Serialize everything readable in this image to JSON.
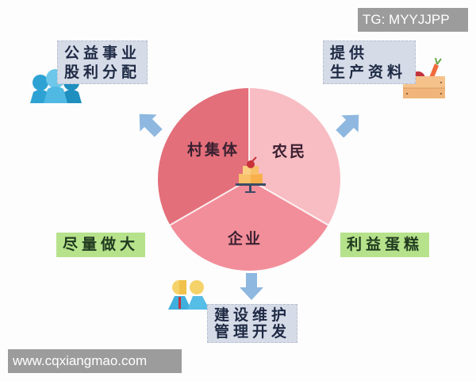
{
  "diagram": {
    "center_icon": "cake-icon",
    "pie": {
      "slices": [
        {
          "label": "村集体",
          "color": "#e26f79"
        },
        {
          "label": "农民",
          "color": "#f8bcc3"
        },
        {
          "label": "企业",
          "color": "#f28e99"
        }
      ]
    },
    "boxes": {
      "top_left": {
        "line1": "公益事业",
        "line2": "股利分配",
        "icon": "people-group-icon"
      },
      "top_right": {
        "line1": "提供",
        "line2": "生产资料",
        "icon": "vegetable-crate-icon"
      },
      "bottom": {
        "line1": "建设维护",
        "line2": "管理开发",
        "icon": "business-people-icon"
      }
    },
    "green_labels": {
      "left": "尽量做大",
      "right": "利益蛋糕"
    },
    "arrows": [
      "arrow-up-left",
      "arrow-up-right",
      "arrow-down"
    ],
    "colors": {
      "box_bg": "#d6dbe8",
      "green_bg": "#b5e28a",
      "arrow": "#8fb8e0",
      "text": "#1e2a44"
    }
  },
  "watermarks": {
    "top_right": "TG: MYYJJPP",
    "bottom_left": "www.cqxiangmao.com"
  }
}
